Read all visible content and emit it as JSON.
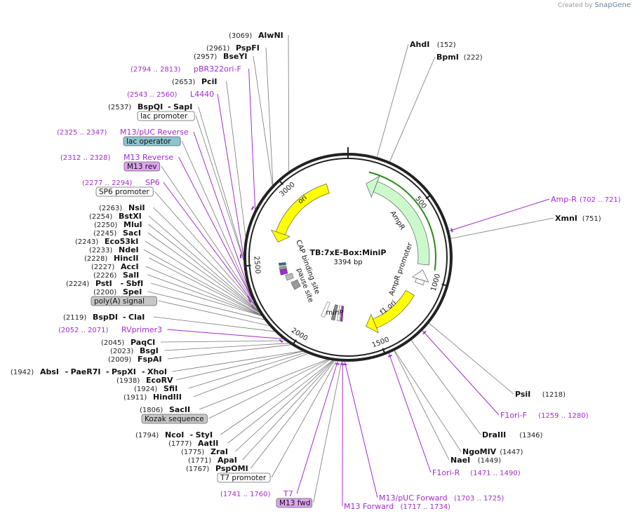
{
  "credit": {
    "prefix": "Created by",
    "brand": "SnapGene"
  },
  "plasmid": {
    "name": "TB:7xE-Box:MiniP",
    "length_label": "3394 bp",
    "total_bp": 3394
  },
  "ticks": [
    "500",
    "1000",
    "1500",
    "2000",
    "2500",
    "3000"
  ],
  "features": {
    "ori": "ori",
    "ampr": "AmpR",
    "ampr_promoter": "AmpR promoter",
    "f1ori": "f1 ori",
    "cap_binding": "CAP binding site",
    "pause_site": "pause site",
    "minp": "minP"
  },
  "labels": [
    {
      "kind": "site",
      "pos": "(3069)",
      "name": "AlwNI",
      "bp": 3069
    },
    {
      "kind": "site",
      "pos": "(2961)",
      "name": "PspFI",
      "bp": 2961
    },
    {
      "kind": "site",
      "pos": "(2957)",
      "name": "BseYI",
      "bp": 2957
    },
    {
      "kind": "primer",
      "pos": "(2794 .. 2813)",
      "name": "pBR322ori-F",
      "bp": 2803
    },
    {
      "kind": "site",
      "pos": "(2653)",
      "name": "PciI",
      "bp": 2653
    },
    {
      "kind": "primer",
      "pos": "(2543 .. 2560)",
      "name": "L4440",
      "bp": 2551
    },
    {
      "kind": "site",
      "pos": "(2537)",
      "name": "BspQI",
      "name2": "SapI",
      "bp": 2537
    },
    {
      "kind": "feature",
      "name": "lac promoter",
      "fill": "#ffffff",
      "bp": 2530
    },
    {
      "kind": "primer",
      "pos": "(2325 .. 2347)",
      "name": "M13/pUC Reverse",
      "bp": 2336
    },
    {
      "kind": "feature",
      "name": "lac operator",
      "fill": "#8dc3cf",
      "bp": 2320
    },
    {
      "kind": "primer",
      "pos": "(2312 .. 2328)",
      "name": "M13 Reverse",
      "bp": 2320
    },
    {
      "kind": "feature",
      "name": "M13 rev",
      "fill": "#dda4ef",
      "bp": 2318
    },
    {
      "kind": "primer",
      "pos": "(2277 .. 2294)",
      "name": "SP6",
      "bp": 2285
    },
    {
      "kind": "feature",
      "name": "SP6 promoter",
      "fill": "#ffffff",
      "bp": 2280
    },
    {
      "kind": "site",
      "pos": "(2263)",
      "name": "NsiI",
      "bp": 2263
    },
    {
      "kind": "site",
      "pos": "(2254)",
      "name": "BstXI",
      "bp": 2254
    },
    {
      "kind": "site",
      "pos": "(2250)",
      "name": "MluI",
      "bp": 2250
    },
    {
      "kind": "site",
      "pos": "(2245)",
      "name": "SacI",
      "bp": 2245
    },
    {
      "kind": "site",
      "pos": "(2243)",
      "name": "Eco53kI",
      "bp": 2243
    },
    {
      "kind": "site",
      "pos": "(2233)",
      "name": "NdeI",
      "bp": 2233
    },
    {
      "kind": "site",
      "pos": "(2228)",
      "name": "HincII",
      "bp": 2228
    },
    {
      "kind": "site",
      "pos": "(2227)",
      "name": "AccI",
      "bp": 2227
    },
    {
      "kind": "site",
      "pos": "(2226)",
      "name": "SalI",
      "bp": 2226
    },
    {
      "kind": "site",
      "pos": "(2224)",
      "name": "PstI",
      "name2": "SbfI",
      "bp": 2224
    },
    {
      "kind": "site",
      "pos": "(2200)",
      "name": "SpeI",
      "bp": 2200
    },
    {
      "kind": "feature",
      "name": "poly(A) signal",
      "fill": "#c7c7c7",
      "bp": 2160
    },
    {
      "kind": "site",
      "pos": "(2119)",
      "name": "BspDI",
      "name2": "ClaI",
      "bp": 2119
    },
    {
      "kind": "primer",
      "pos": "(2052 .. 2071)",
      "name": "RVprimer3",
      "bp": 2061
    },
    {
      "kind": "site",
      "pos": "(2045)",
      "name": "PaqCI",
      "bp": 2045
    },
    {
      "kind": "site",
      "pos": "(2023)",
      "name": "BsgI",
      "bp": 2023
    },
    {
      "kind": "site",
      "pos": "(2009)",
      "name": "FspAI",
      "bp": 2009
    },
    {
      "kind": "site",
      "pos": "(1942)",
      "name": "AbsI",
      "name2": "PaeR7I",
      "name3": "PspXI",
      "name4": "XhoI",
      "bp": 1942
    },
    {
      "kind": "site",
      "pos": "(1938)",
      "name": "EcoRV",
      "bp": 1938
    },
    {
      "kind": "site",
      "pos": "(1924)",
      "name": "SfiI",
      "bp": 1924
    },
    {
      "kind": "site",
      "pos": "(1911)",
      "name": "HindIII",
      "bp": 1911
    },
    {
      "kind": "site",
      "pos": "(1806)",
      "name": "SacII",
      "bp": 1806
    },
    {
      "kind": "feature",
      "name": "Kozak sequence",
      "fill": "#c7c7c7",
      "bp": 1800
    },
    {
      "kind": "site",
      "pos": "(1794)",
      "name": "NcoI",
      "name2": "StyI",
      "bp": 1794
    },
    {
      "kind": "site",
      "pos": "(1777)",
      "name": "AatII",
      "bp": 1777
    },
    {
      "kind": "site",
      "pos": "(1775)",
      "name": "ZraI",
      "bp": 1775
    },
    {
      "kind": "site",
      "pos": "(1771)",
      "name": "ApaI",
      "bp": 1771
    },
    {
      "kind": "site",
      "pos": "(1767)",
      "name": "PspOMI",
      "bp": 1767
    },
    {
      "kind": "feature",
      "name": "T7 promoter",
      "fill": "#ffffff",
      "bp": 1758
    },
    {
      "kind": "primer",
      "pos": "(1741 .. 1760)",
      "name": "T7",
      "bp": 1750
    },
    {
      "kind": "feature",
      "name": "M13 fwd",
      "fill": "#dda4ef",
      "bp": 1730
    },
    {
      "kind": "primer",
      "pos": "(1717 .. 1734)",
      "name": "M13 Forward",
      "bp": 1725
    },
    {
      "kind": "primer",
      "pos": "(1703 .. 1725)",
      "name": "M13/pUC Forward",
      "bp": 1714
    },
    {
      "kind": "site",
      "pos": "(152)",
      "name": "AhdI",
      "bp": 152
    },
    {
      "kind": "site",
      "pos": "(222)",
      "name": "BpmI",
      "bp": 222
    },
    {
      "kind": "primer",
      "pos": "(702 .. 721)",
      "name": "Amp-R",
      "bp": 711
    },
    {
      "kind": "site",
      "pos": "(751)",
      "name": "XmnI",
      "bp": 751
    },
    {
      "kind": "site",
      "pos": "(1218)",
      "name": "PsiI",
      "bp": 1218
    },
    {
      "kind": "primer",
      "pos": "(1259 .. 1280)",
      "name": "F1ori-F",
      "bp": 1269
    },
    {
      "kind": "site",
      "pos": "(1346)",
      "name": "DraIII",
      "bp": 1346
    },
    {
      "kind": "site",
      "pos": "(1447)",
      "name": "NgoMIV",
      "bp": 1447
    },
    {
      "kind": "site",
      "pos": "(1449)",
      "name": "NaeI",
      "bp": 1449
    },
    {
      "kind": "primer",
      "pos": "(1471 .. 1490)",
      "name": "F1ori-R",
      "bp": 1480
    }
  ],
  "colors": {
    "primer": "#a12bd0",
    "ori": "#ffff00",
    "ampr": "#ccf9cc",
    "ampr_promoter": "#ffffff",
    "f1ori": "#ffff00",
    "backbone": "#222222"
  }
}
